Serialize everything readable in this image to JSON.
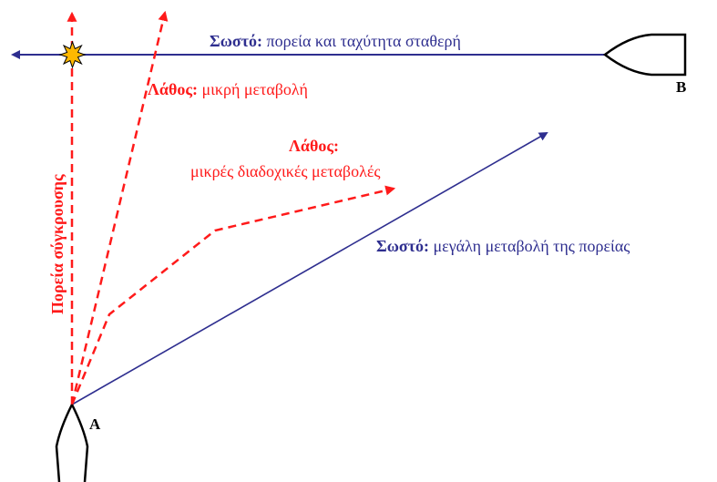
{
  "colors": {
    "blue": "#2e2e8f",
    "red": "#ff1a1a",
    "black": "#000000",
    "star_fill": "#ffb800"
  },
  "labels": {
    "correct_constant": {
      "bold": "Σωστό:",
      "rest": " πορεία και ταχύτητα σταθερή"
    },
    "wrong_small": {
      "bold": "Λάθος:",
      "rest": " μικρή μεταβολή"
    },
    "wrong_successive_title": "Λάθος:",
    "wrong_successive_text": "μικρές διαδοχικές μεταβολές",
    "correct_large": {
      "bold": "Σωστό:",
      "rest": " μεγάλη μεταβολή της πορείας"
    },
    "collision_course": "Πορεία σύγκρουσης",
    "ship_a": "A",
    "ship_b": "B"
  },
  "icons": {
    "collision": "explosion-star-icon",
    "ship_a": "ship-hull-icon",
    "ship_b": "ship-hull-icon"
  }
}
